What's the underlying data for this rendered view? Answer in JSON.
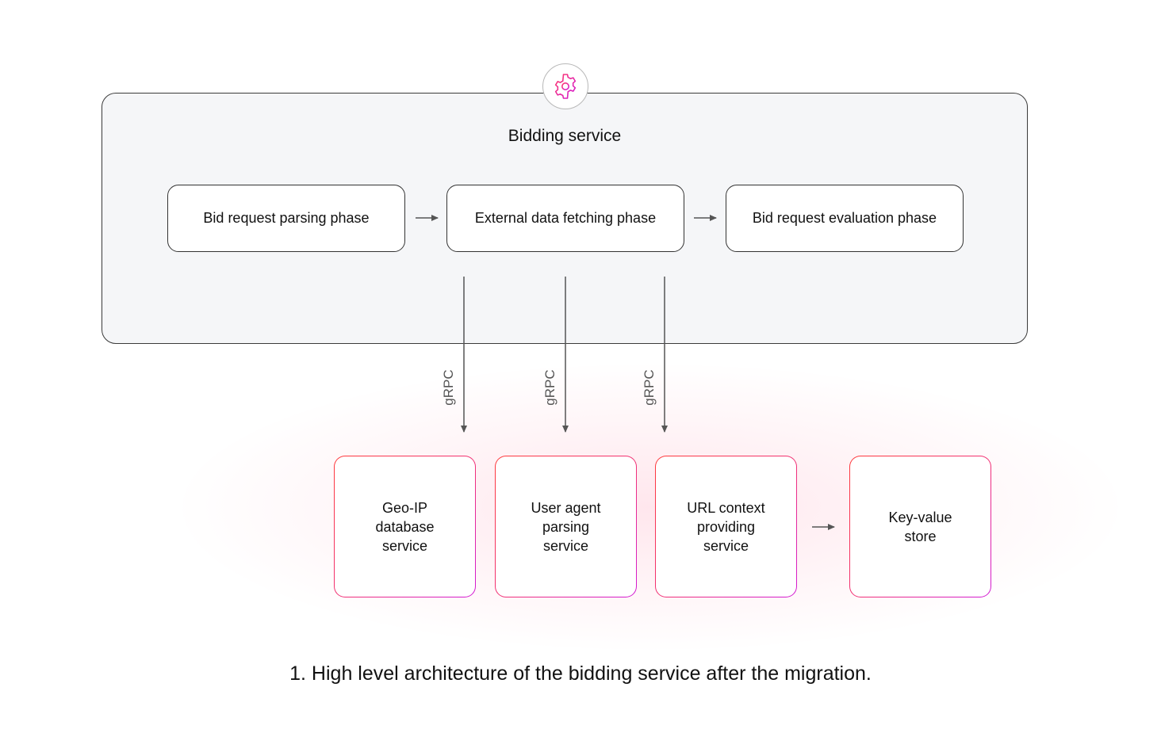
{
  "diagram": {
    "service_title": "Bidding service",
    "icon": "gear-icon",
    "phases": [
      {
        "label": "Bid request parsing phase"
      },
      {
        "label": "External data fetching phase"
      },
      {
        "label": "Bid request evaluation phase"
      }
    ],
    "connections": [
      {
        "label": "gRPC"
      },
      {
        "label": "gRPC"
      },
      {
        "label": "gRPC"
      }
    ],
    "services": [
      {
        "label": "Geo-IP\ndatabase\nservice"
      },
      {
        "label": "User agent\nparsing\nservice"
      },
      {
        "label": "URL context\nproviding\nservice"
      },
      {
        "label": "Key-value\nstore"
      }
    ],
    "colors": {
      "accent_start": "#ff3a3a",
      "accent_end": "#d21ad6",
      "container_fill": "#f5f6f8",
      "arrow": "#555555"
    }
  },
  "caption": "1. High level architecture of the bidding service after the migration."
}
